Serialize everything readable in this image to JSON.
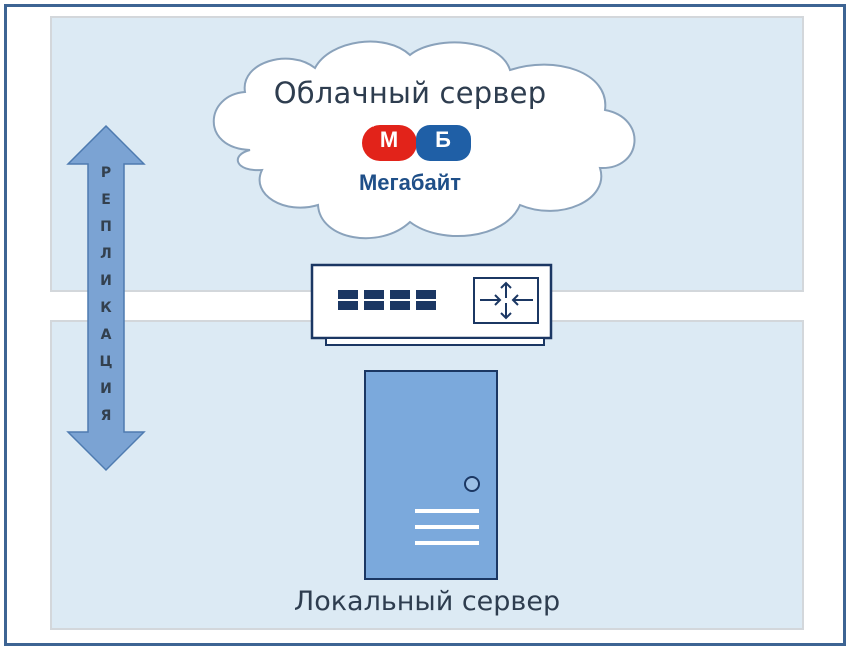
{
  "cloud": {
    "title": "Облачный сервер",
    "brand": {
      "letter_left": "М",
      "letter_right": "Б",
      "name": "Мегабайт",
      "color_red": "#e2231a",
      "color_blue": "#1f5fa6"
    }
  },
  "replication": {
    "letters": [
      "Р",
      "Е",
      "П",
      "Л",
      "И",
      "К",
      "А",
      "Ц",
      "И",
      "Я"
    ],
    "arrow_color": "#7ba3d3"
  },
  "router": {
    "icon": "router-icon"
  },
  "local": {
    "label": "Локальный сервер",
    "icon": "server-tower-icon"
  },
  "colors": {
    "frame": "#3d6493",
    "zone_fill": "#dceaf4",
    "server_fill": "#7ba9dc",
    "navy": "#1b3763"
  }
}
